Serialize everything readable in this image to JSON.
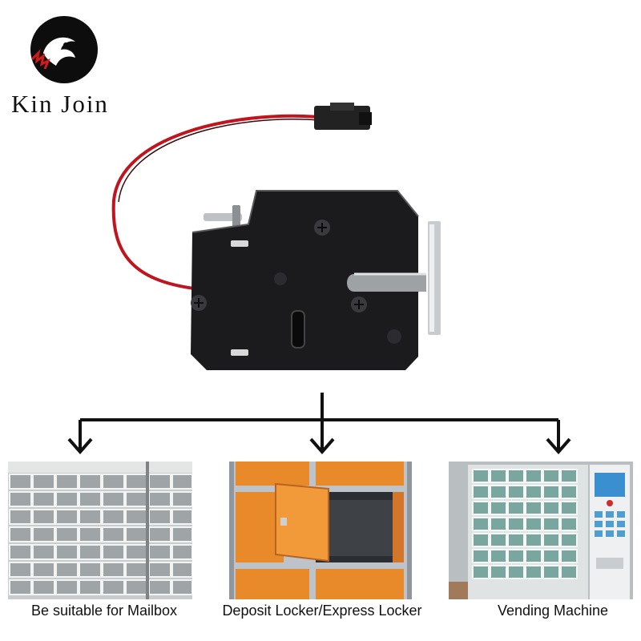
{
  "brand": {
    "name": "Kin Join",
    "logo_icon": "eagle-head-logo-icon"
  },
  "product": {
    "icon": "electronic-cabinet-lock-icon"
  },
  "applications": [
    {
      "caption": "Be suitable for Mailbox",
      "icon": "mailbox-wall-photo"
    },
    {
      "caption": "Deposit Locker/Express Locker",
      "icon": "orange-locker-photo"
    },
    {
      "caption": "Vending Machine",
      "icon": "vending-machine-photo"
    }
  ],
  "colors": {
    "wire": "#c0141e",
    "lock_body": "#1b1b1d",
    "locker_orange": "#e8892a",
    "arrow": "#111111"
  }
}
